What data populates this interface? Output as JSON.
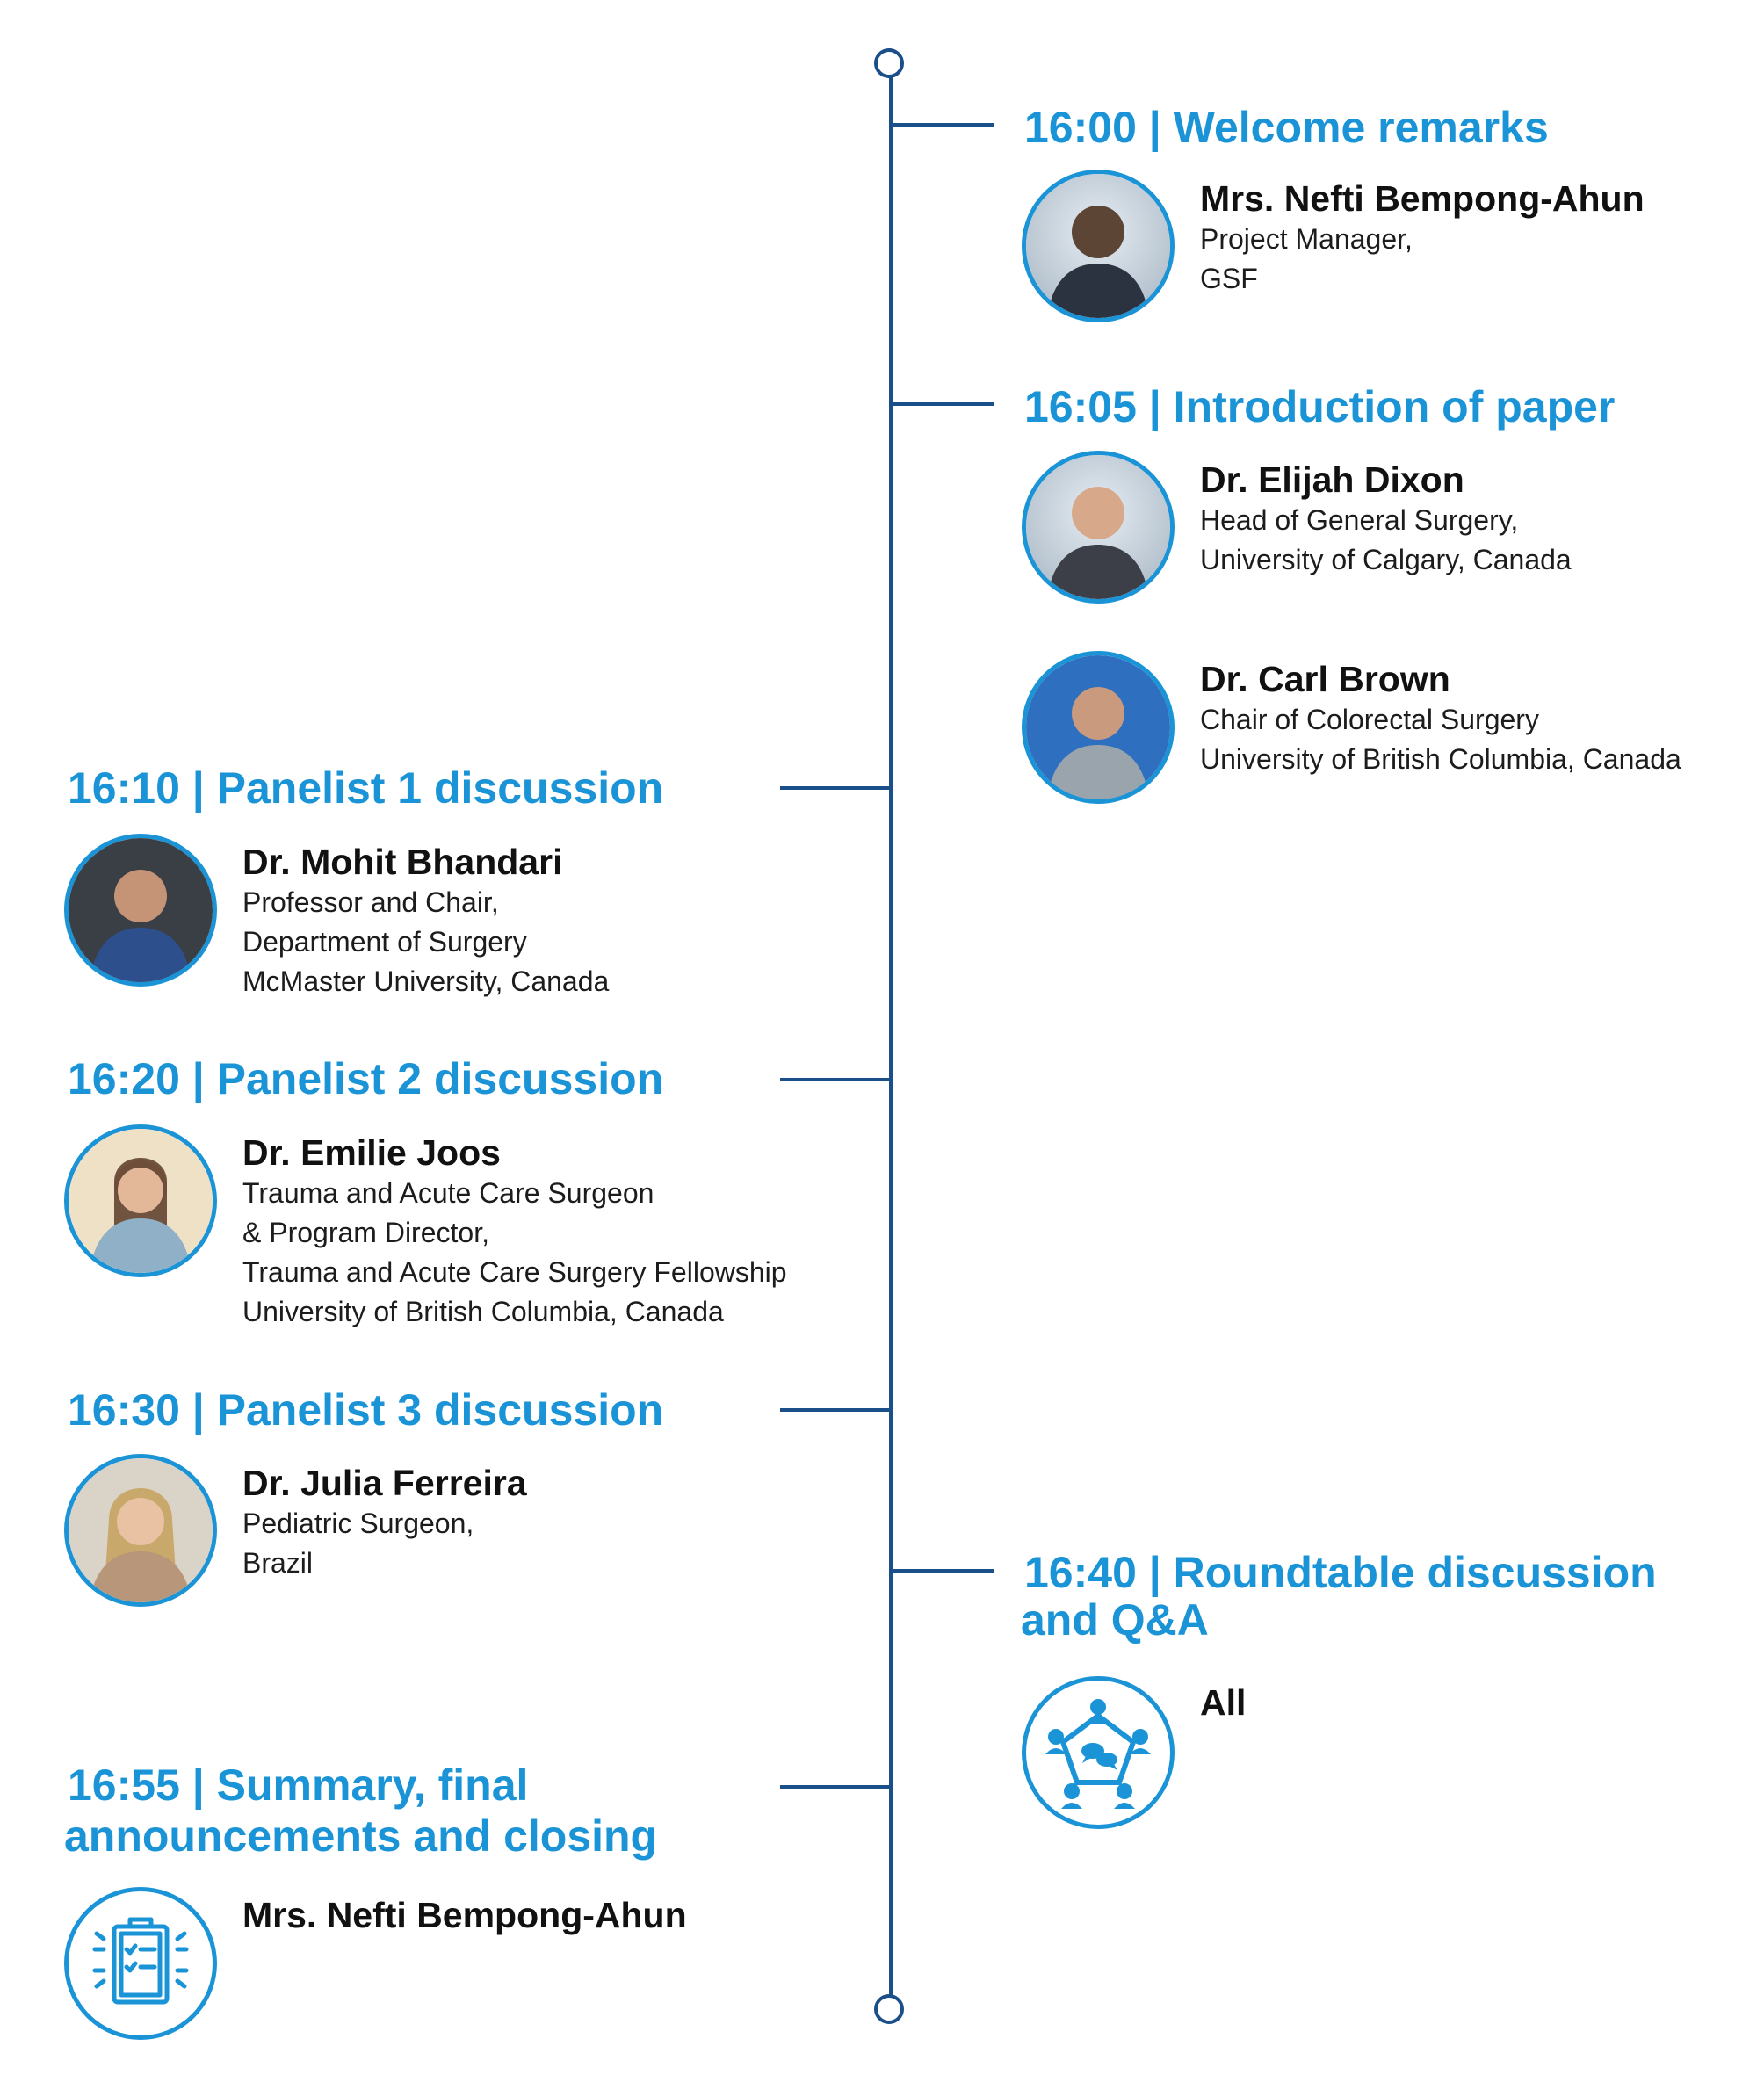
{
  "brand": {
    "accent": "#1a94d6",
    "timeline": "#1b4f8a",
    "text": "#111111"
  },
  "sessions": [
    {
      "heading": "16:00 | Welcome remarks",
      "speakers": [
        {
          "name": "Mrs. Nefti Bempong-Ahun",
          "role": [
            "Project Manager,",
            "GSF"
          ],
          "avatar": "portrait-photo"
        }
      ]
    },
    {
      "heading": "16:05 | Introduction of paper",
      "speakers": [
        {
          "name": "Dr. Elijah Dixon",
          "role": [
            "Head of General Surgery,",
            "University of Calgary, Canada"
          ],
          "avatar": "portrait-photo"
        },
        {
          "name": "Dr. Carl Brown",
          "role": [
            "Chair of Colorectal Surgery",
            "University of British Columbia, Canada"
          ],
          "avatar": "portrait-photo"
        }
      ]
    },
    {
      "heading": "16:10 | Panelist 1 discussion",
      "speakers": [
        {
          "name": "Dr. Mohit Bhandari",
          "role": [
            "Professor and Chair,",
            "Department of Surgery",
            "McMaster University, Canada"
          ],
          "avatar": "portrait-photo"
        }
      ]
    },
    {
      "heading": "16:20 | Panelist 2 discussion",
      "speakers": [
        {
          "name": "Dr. Emilie Joos",
          "role": [
            "Trauma and Acute Care Surgeon",
            "& Program Director,",
            "Trauma and Acute Care Surgery Fellowship",
            "University of British Columbia, Canada"
          ],
          "avatar": "portrait-photo"
        }
      ]
    },
    {
      "heading": "16:30 | Panelist 3 discussion",
      "speakers": [
        {
          "name": "Dr. Julia Ferreira",
          "role": [
            "Pediatric Surgeon,",
            "Brazil"
          ],
          "avatar": "portrait-photo"
        }
      ]
    },
    {
      "heading": [
        "16:40 | Roundtable discussion",
        "and Q&A"
      ],
      "speakers": [
        {
          "name": "All",
          "avatar": "roundtable-icon"
        }
      ]
    },
    {
      "heading": [
        "16:55 | Summary, final",
        "announcements and closing"
      ],
      "speakers": [
        {
          "name": "Mrs. Nefti Bempong-Ahun",
          "avatar": "clipboard-checklist-icon"
        }
      ]
    }
  ]
}
